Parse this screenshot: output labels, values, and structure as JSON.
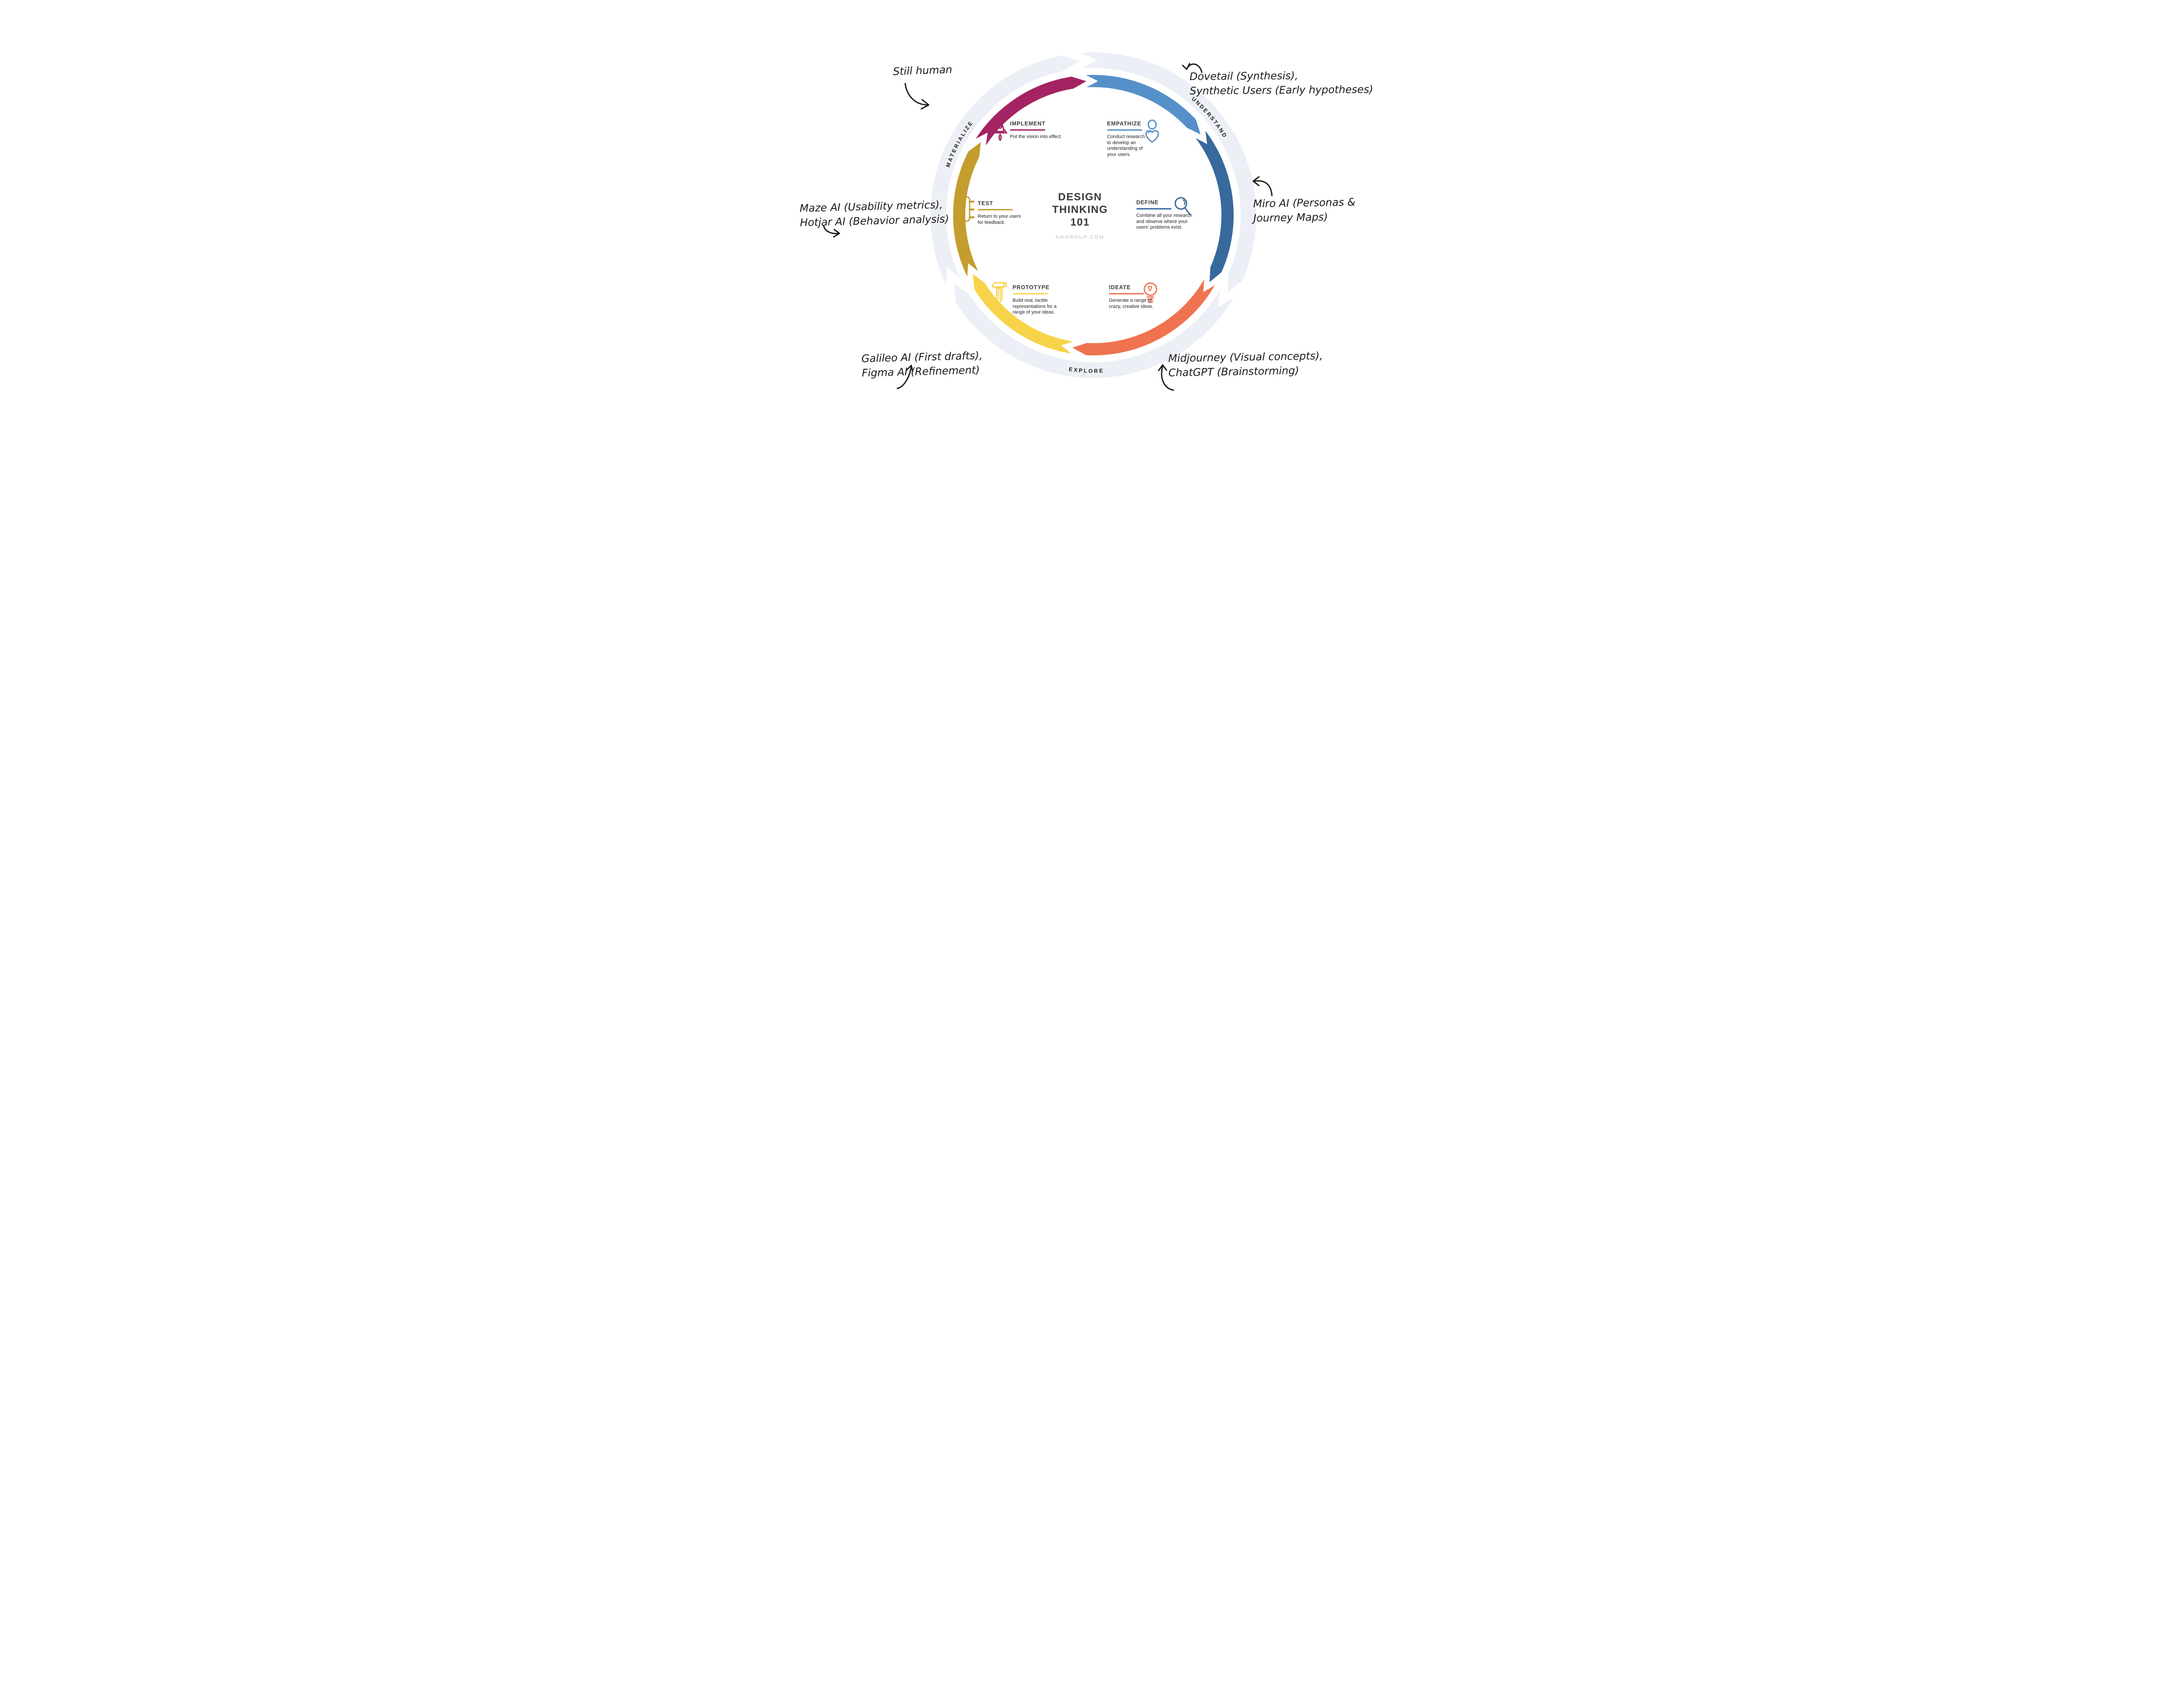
{
  "title": {
    "line1": "DESIGN",
    "line2": "THINKING",
    "line3": "101",
    "source": "NNGROUP.COM"
  },
  "outer_ring": {
    "color": "#EDEFF6",
    "label_color": "#1B1B1B",
    "labels": [
      {
        "text": "UNDERSTAND",
        "angle": 50
      },
      {
        "text": "EXPLORE",
        "angle": 182.5
      },
      {
        "text": "MATERIALIZE",
        "angle": 298
      }
    ]
  },
  "stages": [
    {
      "id": "empathize",
      "label": "EMPATHIZE",
      "color": "#5590C8",
      "icon": "person-heart-icon",
      "desc_lines": [
        "Conduct research",
        "to develop an",
        "understanding of",
        "your users."
      ],
      "arc": [
        -5,
        51
      ]
    },
    {
      "id": "define",
      "label": "DEFINE",
      "color": "#38699C",
      "icon": "magnifier-icon",
      "desc_lines": [
        "Combine all your research",
        "and observe where your",
        "users’ problems exist."
      ],
      "arc": [
        51,
        118
      ]
    },
    {
      "id": "ideate",
      "label": "IDEATE",
      "color": "#EF7350",
      "icon": "lightbulb-icon",
      "desc_lines": [
        "Generate a range of",
        "crazy, creative ideas."
      ],
      "arc": [
        118,
        187
      ]
    },
    {
      "id": "prototype",
      "label": "PROTOTYPE",
      "color": "#F8D34A",
      "icon": "hammer-pencil-icon",
      "desc_lines": [
        "Build real, tactile",
        "representations for a",
        "range of your ideas."
      ],
      "arc": [
        187,
        242
      ]
    },
    {
      "id": "test",
      "label": "TEST",
      "color": "#C49D2F",
      "icon": "checklist-icon",
      "desc_lines": [
        "Return to your users",
        "for feedback."
      ],
      "arc": [
        242,
        301
      ]
    },
    {
      "id": "implement",
      "label": "IMPLEMENT",
      "color": "#A42363",
      "icon": "rocket-icon",
      "desc_lines": [
        "Put the vision into effect."
      ],
      "arc": [
        301,
        355
      ]
    }
  ],
  "annotations": [
    {
      "id": "still-human",
      "lines": [
        "Still human"
      ]
    },
    {
      "id": "dovetail",
      "lines": [
        "Dovetail (Synthesis),",
        "Synthetic Users (Early hypotheses)"
      ]
    },
    {
      "id": "miro",
      "lines": [
        "Miro AI (Personas &",
        "Journey Maps)"
      ]
    },
    {
      "id": "midjourney",
      "lines": [
        "Midjourney (Visual concepts),",
        "ChatGPT (Brainstorming)"
      ]
    },
    {
      "id": "galileo",
      "lines": [
        "Galileo AI (First drafts),",
        "Figma AI (Refinement)"
      ]
    },
    {
      "id": "maze",
      "lines": [
        "Maze AI (Usability metrics),",
        "Hotjar AI (Behavior analysis)"
      ]
    }
  ]
}
